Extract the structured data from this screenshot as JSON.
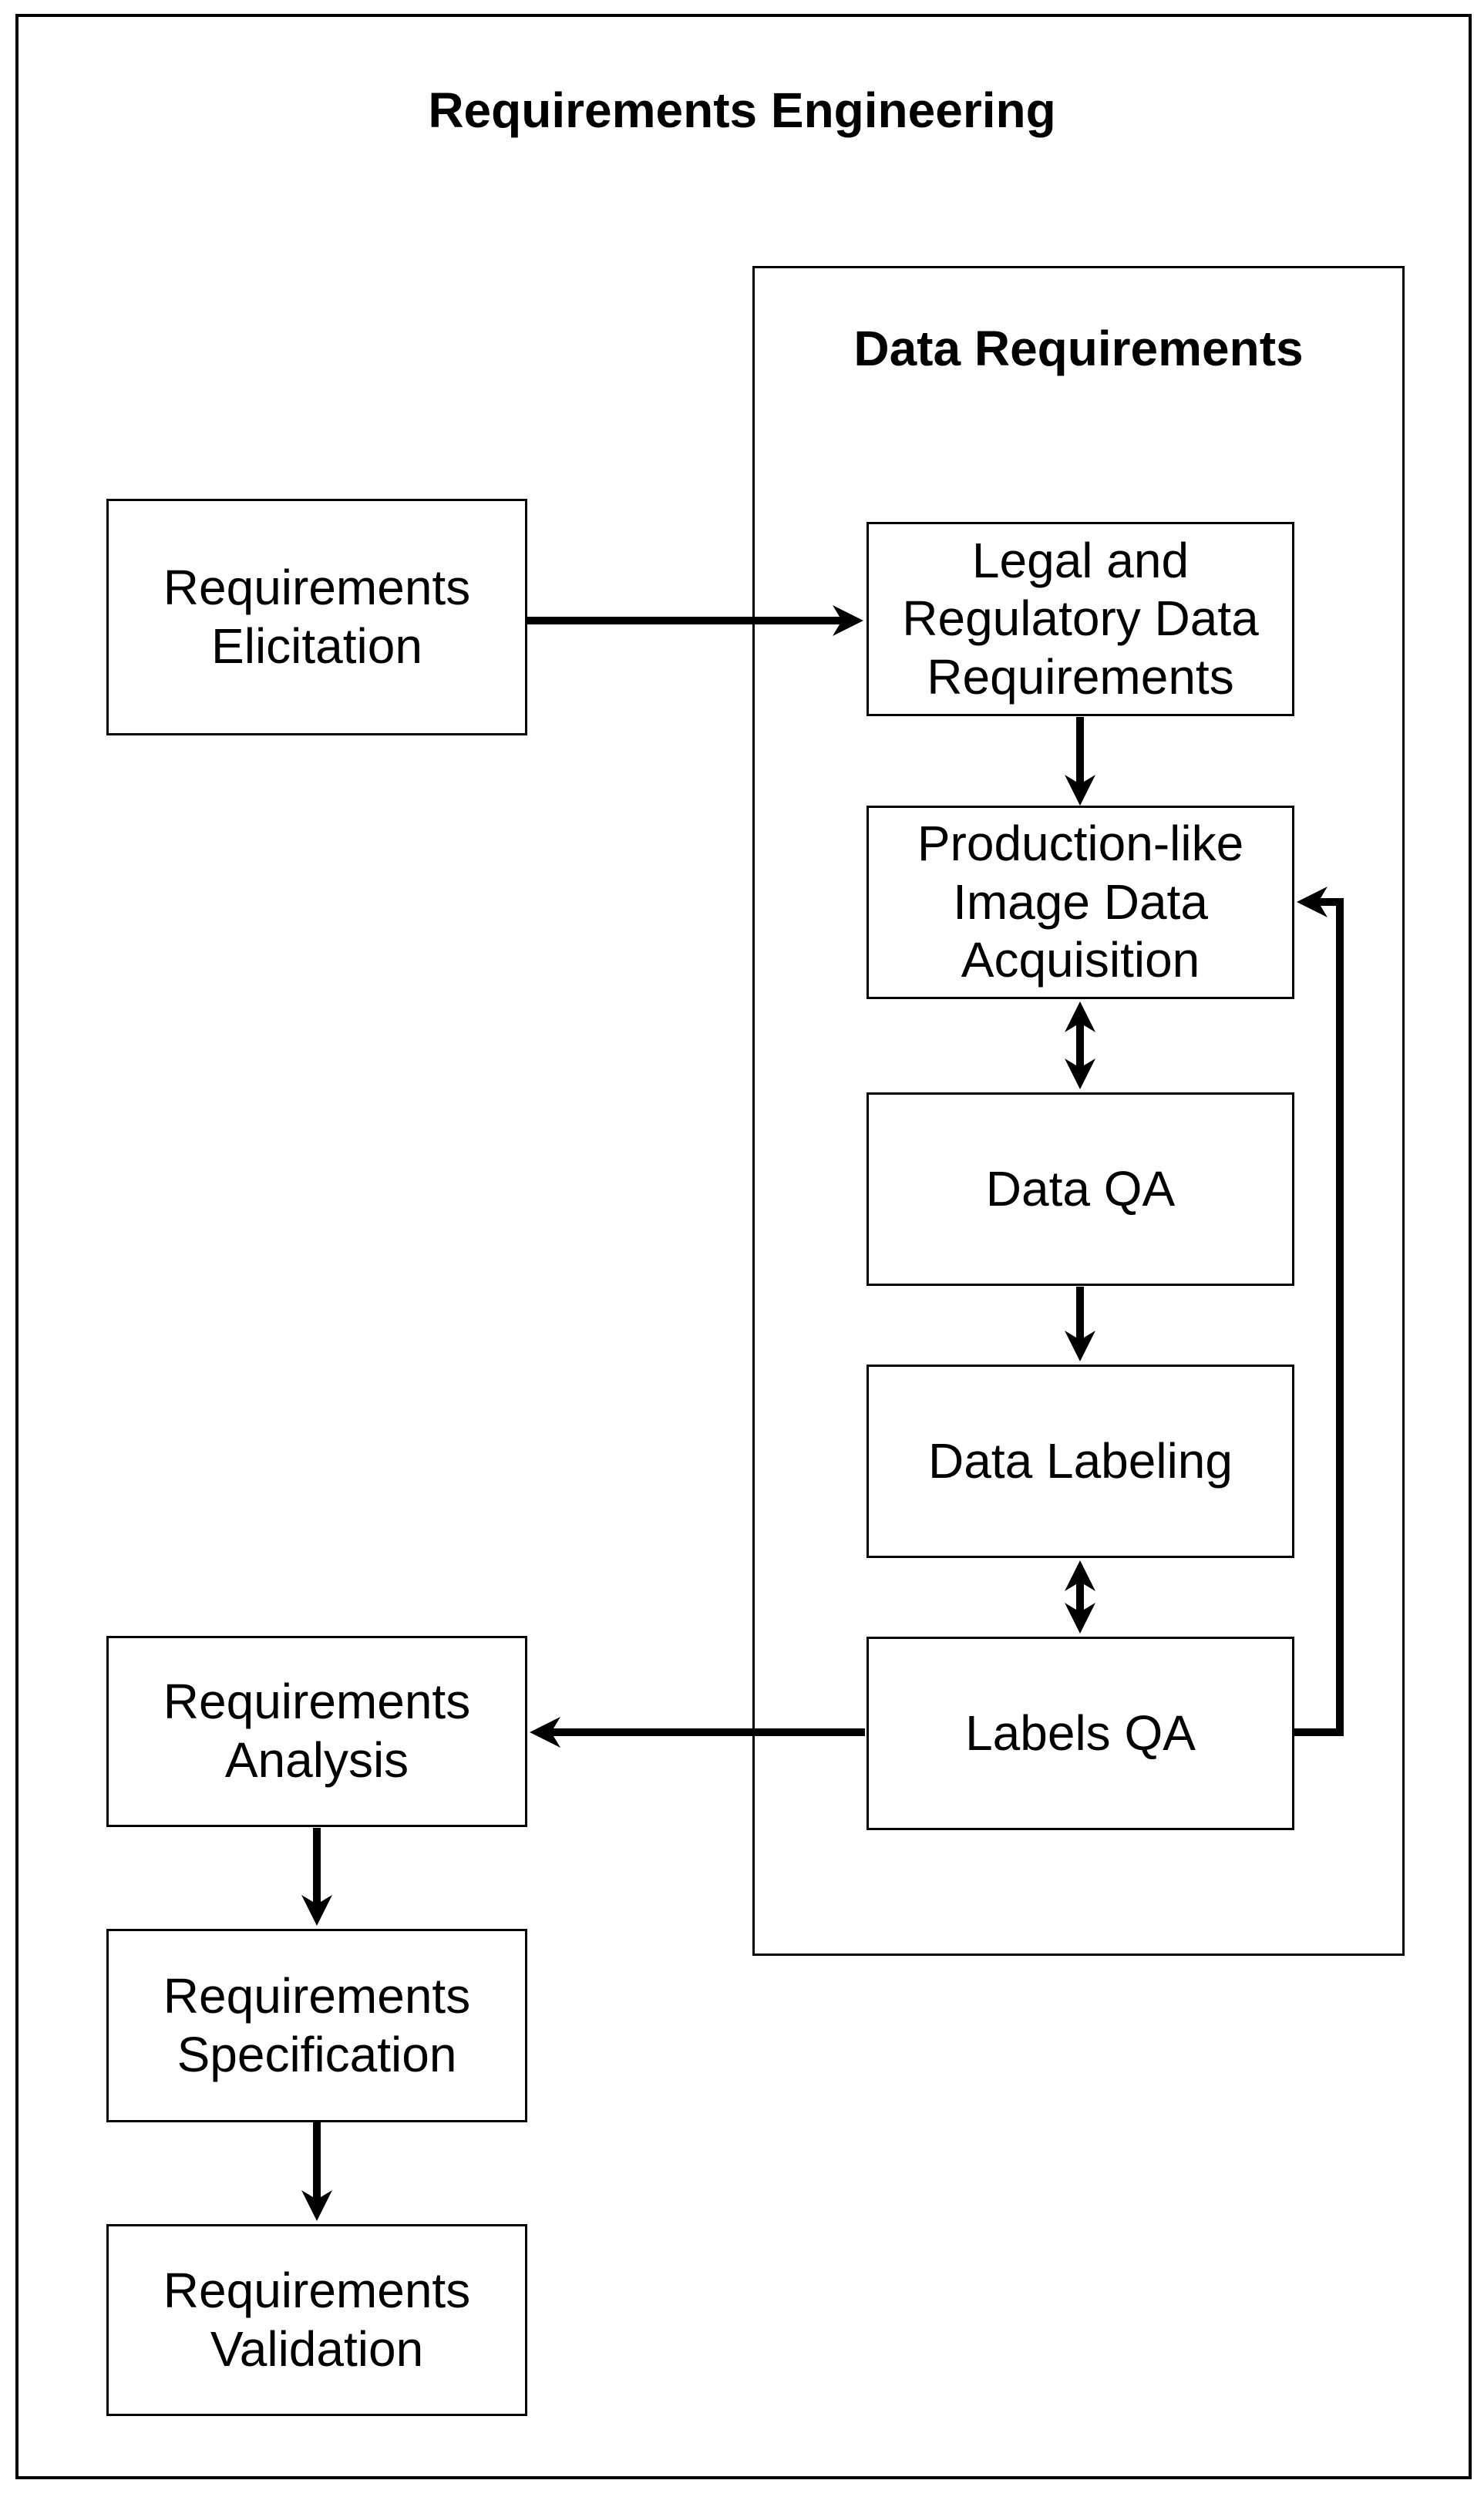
{
  "diagram": {
    "title": "Requirements Engineering",
    "container": {
      "title": "Data Requirements"
    },
    "nodes": {
      "elicitation": "Requirements\nElicitation",
      "legal": "Legal and\nRegulatory Data\nRequirements",
      "production": "Production-like\nImage Data\nAcquisition",
      "data_qa": "Data QA",
      "labeling": "Data Labeling",
      "labels_qa": "Labels QA",
      "analysis": "Requirements\nAnalysis",
      "specification": "Requirements\nSpecification",
      "validation": "Requirements\nValidation"
    },
    "colors": {
      "line": "#000000",
      "background": "#ffffff"
    }
  }
}
